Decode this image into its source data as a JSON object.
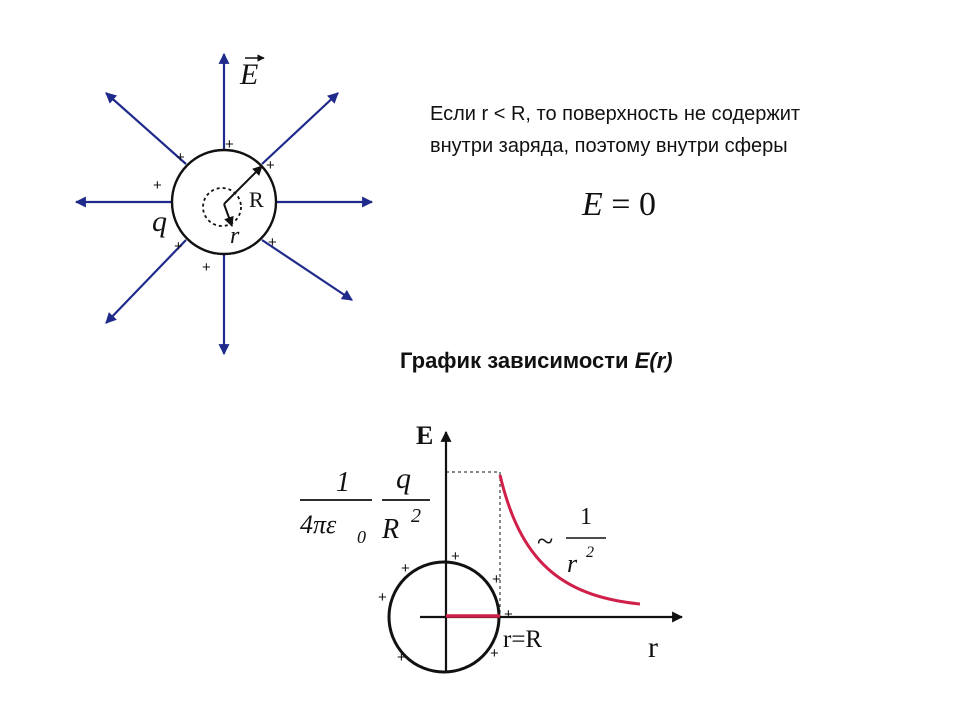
{
  "text": {
    "line1": "Если r < R, то поверхность не содержит",
    "line2": "внутри заряда, поэтому внутри сферы",
    "formula_lhs": "E",
    "formula_eq": "=",
    "formula_rhs": "0",
    "graph_title_prefix": "График зависимости ",
    "graph_title_fn": "E(r)"
  },
  "field_diagram": {
    "field_label": "E",
    "charge_label": "q",
    "outer_radius_label": "R",
    "inner_radius_label": "r",
    "plus_sign": "+"
  },
  "graph": {
    "y_axis_label": "E",
    "x_axis_label": "r",
    "max_fraction_numerator": "1",
    "max_fraction_denominator": "4πε",
    "max_fraction_denominator_sub": "0",
    "charge_fraction_numerator": "q",
    "charge_fraction_denominator": "R",
    "charge_fraction_denominator_sup": "2",
    "tilde": "~",
    "decay_fraction_numerator": "1",
    "decay_fraction_denominator": "r",
    "decay_fraction_denominator_sup": "2",
    "boundary_label": "r=R"
  },
  "colors": {
    "arrow": "#1f2a8a",
    "curve": "#d0204a",
    "ink": "#111111"
  }
}
